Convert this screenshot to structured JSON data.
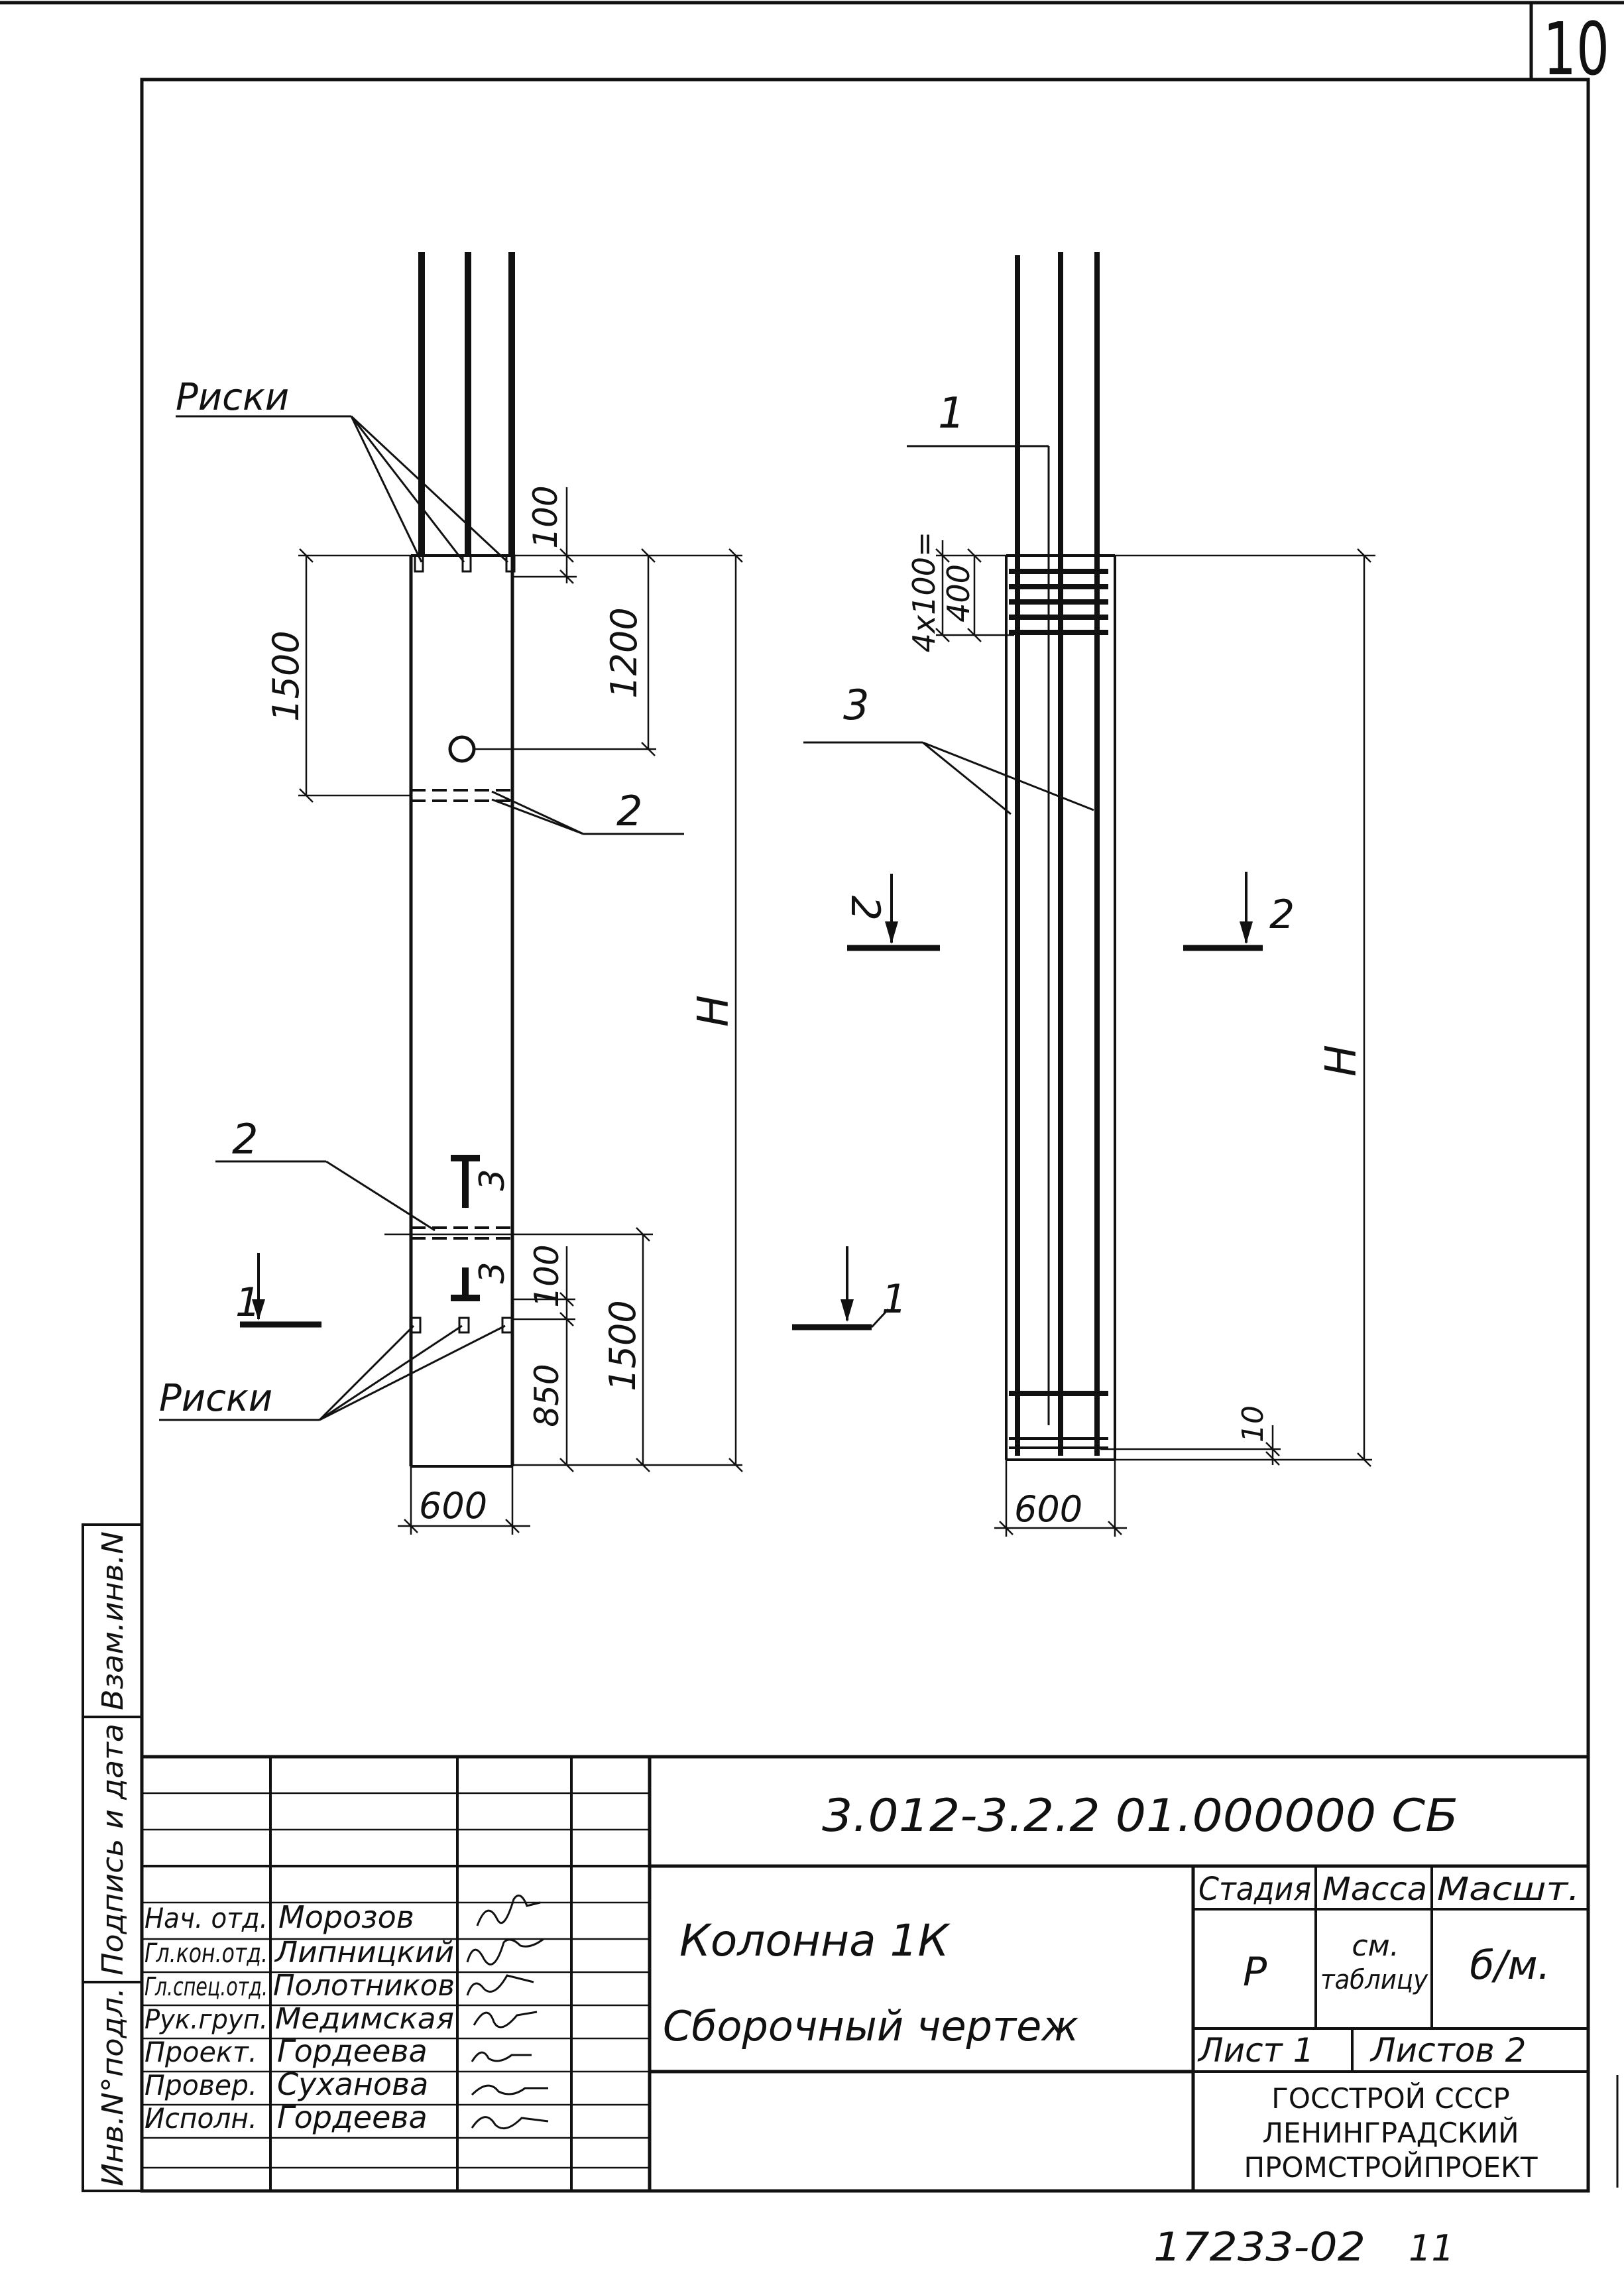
{
  "sheet": {
    "page_number": "10",
    "bottom_code": "17233-02",
    "bottom_index": "11"
  },
  "elevation_left": {
    "label_riski_top": "Риски",
    "label_riski_bottom": "Риски",
    "dim_100_top": "100",
    "dim_1500_top": "1500",
    "dim_1200": "1200",
    "dim_H": "H",
    "dim_100_bottom": "100",
    "dim_850": "850",
    "dim_1500_bottom": "1500",
    "dim_600": "600",
    "pos_2_upper": "2",
    "pos_2_lower": "2",
    "section_1_mark": "1",
    "section_3_upper": "3",
    "section_3_lower": "3"
  },
  "elevation_right": {
    "pos_1": "1",
    "pos_3": "3",
    "dim_4x100": "4x100=",
    "dim_400": "400",
    "dim_H": "H",
    "dim_10": "10",
    "dim_600": "600",
    "section_2_left": "2",
    "section_2_right": "2",
    "section_1_mark": "1"
  },
  "side_stamp": {
    "col_vzam": "Взам.инв.N",
    "col_podpis": "Подпись и дата",
    "col_inv": "Инв.N°подл."
  },
  "title_block": {
    "designation": "3.012-3.2.2  01.000000 СБ",
    "name_line1": "Колонна 1К",
    "name_line2": "Сборочный чертеж",
    "headers": {
      "stage": "Стадия",
      "mass": "Масса",
      "scale": "Масшт."
    },
    "values": {
      "stage": "Р",
      "mass_line1": "см.",
      "mass_line2": "таблицу",
      "scale": "б/м."
    },
    "sheet_label": "Лист 1",
    "sheets_label": "Листов 2",
    "org_line1": "ГОССТРОЙ СССР",
    "org_line2": "ЛЕНИНГРАДСКИЙ",
    "org_line3": "ПРОМСТРОЙПРОЕКТ",
    "signers": [
      {
        "role": "Нач. отд.",
        "name": "Морозов"
      },
      {
        "role": "Гл.кон.отд.",
        "name": "Липницкий"
      },
      {
        "role": "Гл.спец.отд.",
        "name": "Полотников"
      },
      {
        "role": "Рук.груп.",
        "name": "Медимская"
      },
      {
        "role": "Проект.",
        "name": "Гордеева"
      },
      {
        "role": "Провер.",
        "name": "Суханова"
      },
      {
        "role": "Исполн.",
        "name": "Гордеева"
      }
    ]
  }
}
